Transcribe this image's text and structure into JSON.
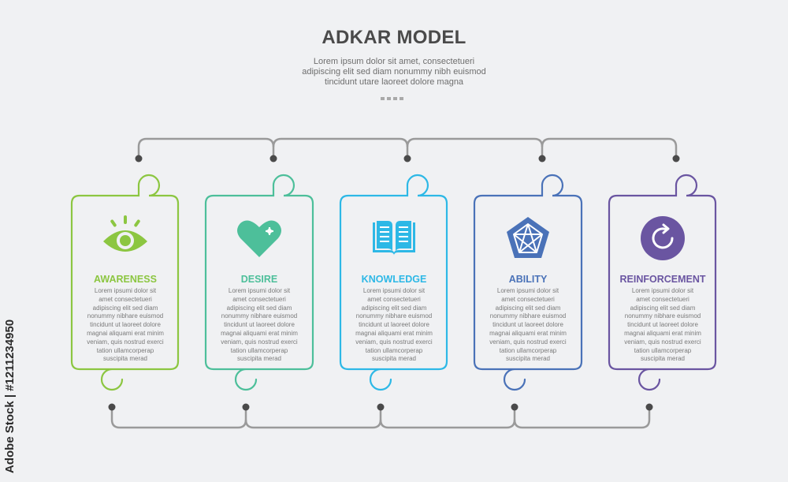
{
  "title": "ADKAR MODEL",
  "subtitle_lines": [
    "Lorem ipsum dolor sit amet, consectetueri",
    "adipiscing elit sed diam nonummy nibh euismod",
    "tincidunt utare laoreet dolore magna"
  ],
  "watermark": "Adobe Stock | #1211234950",
  "colors": {
    "connector": "#9a9a9a",
    "awareness": "#8cc641",
    "desire": "#4dbf9a",
    "knowledge": "#2db8e6",
    "ability": "#4a72b8",
    "reinforcement": "#6a55a1"
  },
  "steps": [
    {
      "heading": "AWARENESS",
      "icon": "eye-icon",
      "color": "#8cc641",
      "body": [
        "Lorem ipsumi dolor sit",
        "amet consectetueri",
        "adipiscing elit sed diam",
        "nonummy nibhare euismod",
        "tincidunt ut laoreet dolore",
        "magnai aliquami erat minim",
        "veniam, quis nostrud exerci",
        "tation ullamcorperap",
        "suscipita merad"
      ]
    },
    {
      "heading": "DESIRE",
      "icon": "heart-icon",
      "color": "#4dbf9a",
      "body": [
        "Lorem ipsumi dolor sit",
        "amet consectetueri",
        "adipiscing elit sed diam",
        "nonummy nibhare euismod",
        "tincidunt ut laoreet dolore",
        "magnai aliquami erat minim",
        "veniam, quis nostrud exerci",
        "tation ullamcorperap",
        "suscipita merad"
      ]
    },
    {
      "heading": "KNOWLEDGE",
      "icon": "book-icon",
      "color": "#2db8e6",
      "body": [
        "Lorem ipsumi dolor sit",
        "amet consectetueri",
        "adipiscing elit sed diam",
        "nonummy nibhare euismod",
        "tincidunt ut laoreet dolore",
        "magnai aliquami erat minim",
        "veniam, quis nostrud exerci",
        "tation ullamcorperap",
        "suscipita merad"
      ]
    },
    {
      "heading": "ABILITY",
      "icon": "pentagon-web-icon",
      "color": "#4a72b8",
      "body": [
        "Lorem ipsumi dolor sit",
        "amet consectetueri",
        "adipiscing elit sed diam",
        "nonummy nibhare euismod",
        "tincidunt ut laoreet dolore",
        "magnai aliquami erat minim",
        "veniam, quis nostrud exerci",
        "tation ullamcorperap",
        "suscipita merad"
      ]
    },
    {
      "heading": "REINFORCEMENT",
      "icon": "refresh-icon",
      "color": "#6a55a1",
      "body": [
        "Lorem ipsumi dolor sit",
        "amet consectetueri",
        "adipiscing elit sed diam",
        "nonummy nibhare euismod",
        "tincidunt ut laoreet dolore",
        "magnai aliquami erat minim",
        "veniam, quis nostrud exerci",
        "tation ullamcorperap",
        "suscipita merad"
      ]
    }
  ]
}
